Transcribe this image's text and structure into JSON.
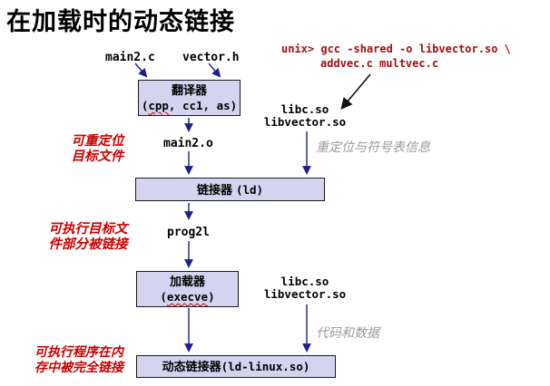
{
  "title": "在加载时的动态链接",
  "colors": {
    "box_fill": "#d4d4f0",
    "box_border": "#1a1a1a",
    "arrow_blue": "#1e1e8c",
    "arrow_black": "#111111",
    "command_red": "#a01010",
    "label_red": "#cc0000",
    "note_gray": "#9b9b9b"
  },
  "diagram": {
    "source_files": {
      "file1": "main2.c",
      "file2": "vector.h"
    },
    "shell_command": {
      "line1": "unix> gcc -shared -o libvector.so \\",
      "line2": "addvec.c multvec.c"
    },
    "translator_box": {
      "name": "翻译器",
      "tools_prefix": "(",
      "tools_misspelled": "cpp",
      "tools_suffix": ", cc1, as)"
    },
    "relocatable_label": {
      "line1": "可重定位",
      "line2": "目标文件"
    },
    "object_file": "main2.o",
    "shared_libs_top": {
      "lib1": "libc.so",
      "lib2": "libvector.so"
    },
    "relocation_note": "重定位与符号表信息",
    "linker_box": {
      "name": "链接器",
      "tool": "(ld)"
    },
    "partial_label": {
      "line1": "可执行目标文",
      "line2": "件部分被链接"
    },
    "executable_file": "prog2l",
    "loader_box": {
      "name": "加载器",
      "tool_prefix": "(",
      "tool_misspelled": "execve",
      "tool_suffix": ")"
    },
    "shared_libs_bottom": {
      "lib1": "libc.so",
      "lib2": "libvector.so"
    },
    "code_data_note": "代码和数据",
    "full_link_label": {
      "line1": "可执行程序在内",
      "line2": "存中被完全链接"
    },
    "dynamic_linker_box": {
      "name": "动态链接器",
      "tool": "(ld-linux.so)"
    }
  }
}
